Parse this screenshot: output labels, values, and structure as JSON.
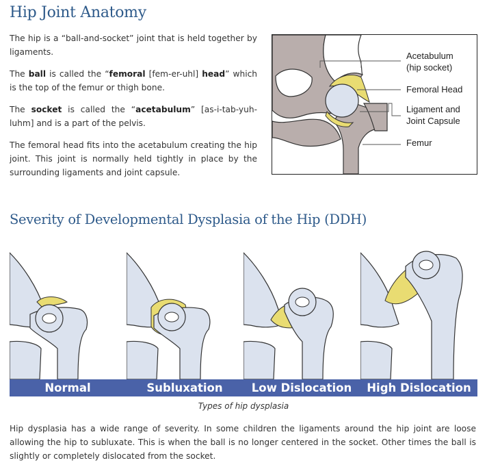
{
  "section1": {
    "title": "Hip Joint Anatomy",
    "p1": "The hip is a “ball-and-socket” joint that is held together by ligaments.",
    "p2": {
      "t1": "The ",
      "b1": "ball",
      "t2": " is called the “",
      "b2": "femoral",
      "t3": " [fem-er-uhl] ",
      "b3": "head",
      "t4": "” which is the top of the femur or thigh bone."
    },
    "p3": {
      "t1": "The ",
      "b1": "socket",
      "t2": " is called the “",
      "b2": "acetabulum",
      "t3": "” [as-i-tab-yuh-luhm] and is a part of the pelvis."
    },
    "p4": "The femoral head fits into the acetabulum creating the hip joint. This joint is normally held tightly in place by the surrounding ligaments and joint capsule."
  },
  "anatomy_labels": {
    "acetabulum_line1": "Acetabulum",
    "acetabulum_line2": "(hip socket)",
    "femoral_head": "Femoral Head",
    "ligament_line1": "Ligament and",
    "ligament_line2": "Joint Capsule",
    "femur": "Femur"
  },
  "section2": {
    "title": "Severity of Developmental Dysplasia of the Hip (DDH)",
    "panels": [
      {
        "label": "Normal"
      },
      {
        "label": "Subluxation"
      },
      {
        "label": "Low Dislocation"
      },
      {
        "label": "High Dislocation"
      }
    ],
    "caption": "Types of hip dysplasia",
    "paragraph": "Hip dysplasia has a wide range of severity. In some children the ligaments around the hip joint are loose allowing the hip to subluxate. This is when the ball is no longer centered in the socket. Other times the ball is slightly or completely dislocated from the socket."
  },
  "colors": {
    "heading": "#2e5a8a",
    "bone_adult": "#b9aeac",
    "bone_child": "#dbe2ee",
    "cartilage": "#e9dc72",
    "band": "#4a62a8"
  }
}
